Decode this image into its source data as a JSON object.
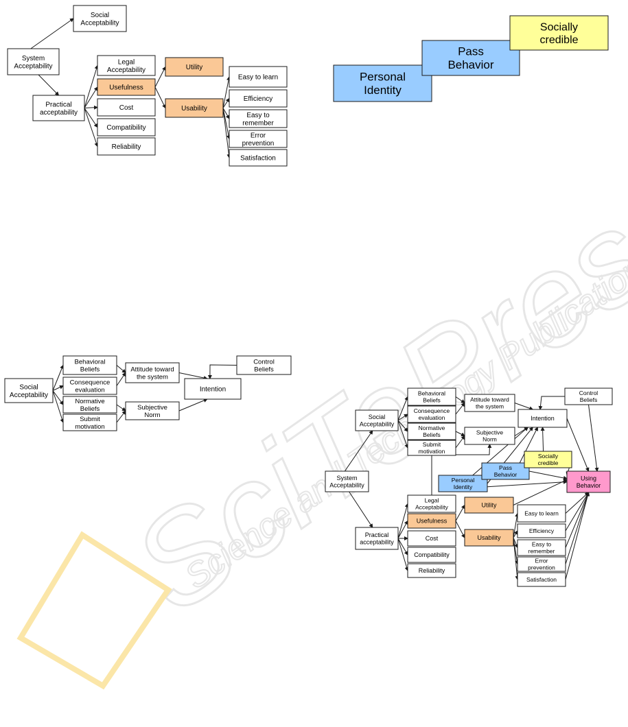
{
  "colors": {
    "plain": "#ffffff",
    "orange": "#fac896",
    "blue": "#99ccff",
    "yellow": "#ffff99",
    "pink": "#ff99cc",
    "watermark": "#e6e6e6",
    "watermark_accent": "#fbe6a8"
  },
  "watermark": {
    "big": "SciTePress",
    "sub": "Science and Technology Publications"
  },
  "nodes": {
    "d1_social": "Social\nAcceptability",
    "d1_system": "System\nAcceptability",
    "d1_practical": "Practical\nacceptability",
    "d1_legal": "Legal\nAcceptability",
    "d1_usefulness": "Usefulness",
    "d1_cost": "Cost",
    "d1_compat": "Compatibility",
    "d1_reliab": "Reliability",
    "d1_utility": "Utility",
    "d1_usability": "Usability",
    "d1_learn": "Easy to learn",
    "d1_eff": "Efficiency",
    "d1_remember": "Easy to\nremember",
    "d1_error": "Error\nprevention",
    "d1_satis": "Satisfaction",
    "d2_personal": "Personal\nIdentity",
    "d2_pass": "Pass\nBehavior",
    "d2_credible": "Socially\ncredible",
    "d3_social": "Social\nAcceptability",
    "d3_behav": "Behavioral\nBeliefs",
    "d3_conseq": "Consequence\nevaluation",
    "d3_norm": "Normative\nBeliefs",
    "d3_submit": "Submit\nmotivation",
    "d3_attitude": "Attitude toward\nthe system",
    "d3_subj": "Subjective\nNorm",
    "d3_intention": "Intention",
    "d3_control": "Control\nBeliefs",
    "d4_social": "Social\nAcceptability",
    "d4_behav": "Behavioral\nBeliefs",
    "d4_conseq": "Consequence\nevaluation",
    "d4_norm": "Normative\nBeliefs",
    "d4_submit": "Submit\nmotivation",
    "d4_attitude": "Attitude toward\nthe system",
    "d4_subj": "Subjective\nNorm",
    "d4_intention": "Intention",
    "d4_control": "Control\nBeliefs",
    "d4_system": "System\nAcceptability",
    "d4_practical": "Practical\nacceptability",
    "d4_legal": "Legal\nAcceptability",
    "d4_usefulness": "Usefulness",
    "d4_cost": "Cost",
    "d4_compat": "Compatibility",
    "d4_reliab": "Reliability",
    "d4_utility": "Utility",
    "d4_usability": "Usability",
    "d4_learn": "Easy to learn",
    "d4_eff": "Efficiency",
    "d4_remember": "Easy to\nremember",
    "d4_error": "Error\nprevention",
    "d4_satis": "Satisfaction",
    "d4_personal": "Personal\nIdentity",
    "d4_pass": "Pass\nBehavior",
    "d4_credible": "Socially\ncredible",
    "d4_using": "Using\nBehavior"
  }
}
